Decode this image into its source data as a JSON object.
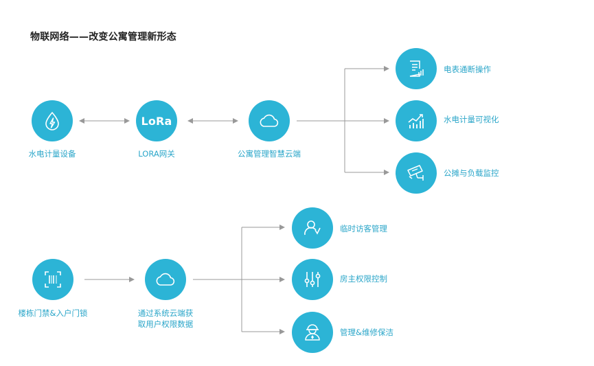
{
  "title": "物联网络——改变公寓管理新形态",
  "colors": {
    "accent": "#2cb4d6",
    "caption": "#2ba6c9",
    "line": "#999999",
    "title": "#222222"
  },
  "row1": {
    "water_meter": {
      "label": "水电计量设备",
      "icon": "water-lightning-icon"
    },
    "lora": {
      "label": "LORA网关",
      "badge": "LoRa"
    },
    "cloud": {
      "label": "公寓管理智慧云端",
      "icon": "cloud-icon"
    },
    "outputs": [
      {
        "label": "电表通断操作",
        "icon": "meter-report-icon"
      },
      {
        "label": "水电计量可视化",
        "icon": "chart-trend-icon"
      },
      {
        "label": "公摊与负载监控",
        "icon": "surveillance-camera-icon"
      }
    ]
  },
  "row2": {
    "access": {
      "label": "楼栋门禁&入户门锁",
      "icon": "scan-icon"
    },
    "cloud": {
      "line1": "通过系统云端获",
      "line2": "取用户权限数据",
      "icon": "cloud-icon"
    },
    "outputs": [
      {
        "label": "临时访客管理",
        "icon": "visitor-user-icon"
      },
      {
        "label": "房主权限控制",
        "icon": "sliders-icon"
      },
      {
        "label": "管理&维修保洁",
        "icon": "worker-icon"
      }
    ]
  }
}
